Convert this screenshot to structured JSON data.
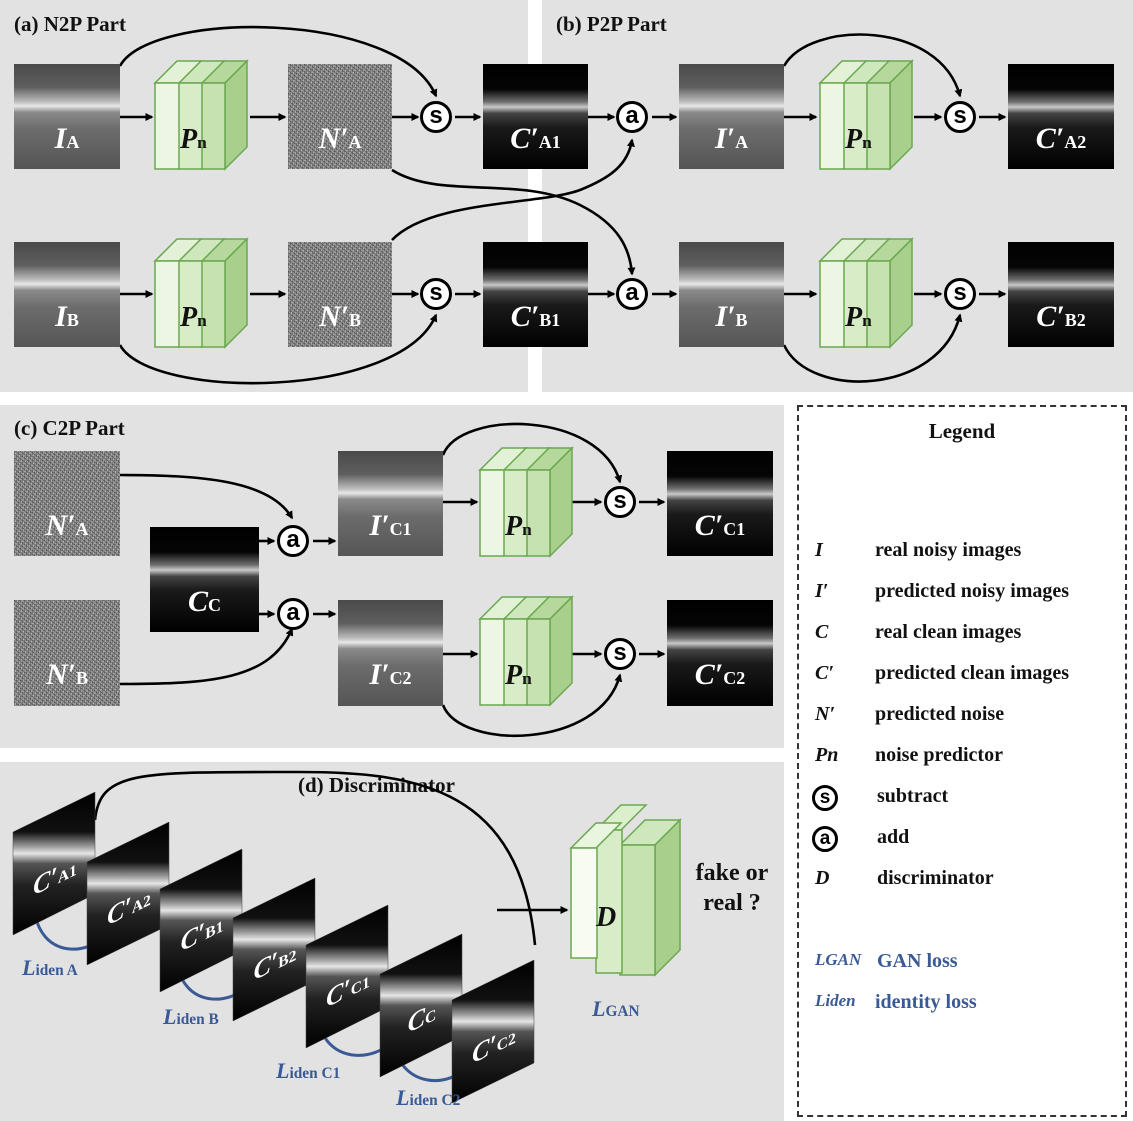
{
  "panels": {
    "n2p": "(a) N2P Part",
    "p2p": "(b) P2P Part",
    "c2p": "(c) C2P Part",
    "disc": "(d) Discriminator"
  },
  "ops": {
    "subtract": "s",
    "add": "a"
  },
  "net": {
    "pn": "P",
    "pn_sub": "n",
    "d": "D"
  },
  "images": {
    "IA": [
      "I",
      "A"
    ],
    "IB": [
      "I",
      "B"
    ],
    "NA": [
      "N′",
      "A"
    ],
    "NB": [
      "N′",
      "B"
    ],
    "CA1": [
      "C′",
      "A1"
    ],
    "CB1": [
      "C′",
      "B1"
    ],
    "IpA": [
      "I′",
      "A"
    ],
    "IpB": [
      "I′",
      "B"
    ],
    "CA2": [
      "C′",
      "A2"
    ],
    "CB2": [
      "C′",
      "B2"
    ],
    "CC": [
      "C",
      "C"
    ],
    "IC1": [
      "I′",
      "C1"
    ],
    "IC2": [
      "I′",
      "C2"
    ],
    "CC1": [
      "C′",
      "C1"
    ],
    "CC2": [
      "C′",
      "C2"
    ]
  },
  "discriminator": {
    "question": "fake or real ?",
    "loss_gan": [
      "L",
      "GAN"
    ],
    "identity_losses": [
      [
        "L",
        "iden A"
      ],
      [
        "L",
        "iden B"
      ],
      [
        "L",
        "iden C1"
      ],
      [
        "L",
        "iden C2"
      ]
    ]
  },
  "legend": {
    "title": "Legend",
    "items": [
      {
        "sym": "I",
        "text": "real noisy images"
      },
      {
        "sym": "I′",
        "text": "predicted noisy images"
      },
      {
        "sym": "C",
        "text": "real clean images"
      },
      {
        "sym": "C′",
        "text": "predicted clean images"
      },
      {
        "sym": "N′",
        "text": "predicted noise"
      },
      {
        "sym": "Pn",
        "text": "noise predictor"
      },
      {
        "sym": "s",
        "text": "subtract"
      },
      {
        "sym": "a",
        "text": "add"
      },
      {
        "sym": "D",
        "text": "discriminator"
      }
    ],
    "losses": [
      {
        "sym": "LGAN",
        "text": "GAN loss"
      },
      {
        "sym": "Liden",
        "text": "identity loss"
      }
    ]
  }
}
